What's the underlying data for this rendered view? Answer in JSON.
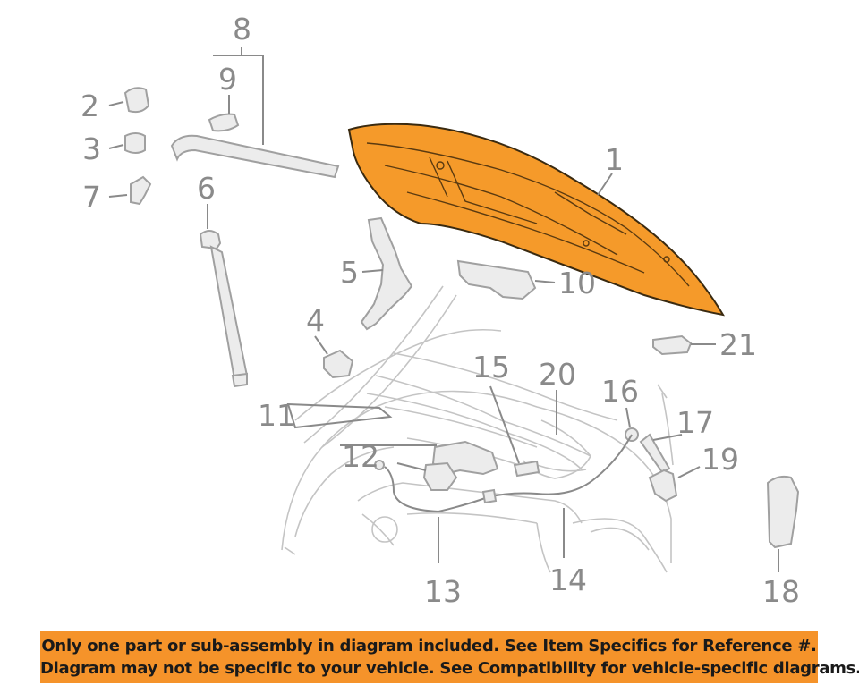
{
  "callouts": {
    "c1": "1",
    "c2": "2",
    "c3": "3",
    "c4": "4",
    "c5": "5",
    "c6": "6",
    "c7": "7",
    "c8": "8",
    "c9": "9",
    "c10": "10",
    "c11": "11",
    "c12": "12",
    "c13": "13",
    "c14": "14",
    "c15": "15",
    "c16": "16",
    "c17": "17",
    "c18": "18",
    "c19": "19",
    "c20": "20",
    "c21": "21"
  },
  "disclaimer": {
    "line1": "Only one part or sub-assembly in diagram included. See Item Specifics for Reference #.",
    "line2": "Diagram may not be specific to your vehicle. See Compatibility for vehicle-specific diagrams."
  },
  "colors": {
    "highlight": "#f59a2a",
    "banner": "#f5932a",
    "linework": "#a0a0a0"
  }
}
